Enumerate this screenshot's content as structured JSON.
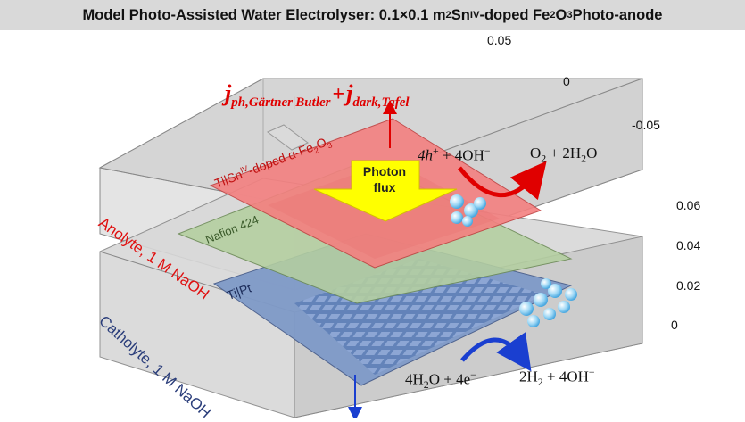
{
  "title": {
    "pre": "Model Photo-Assisted Water Electrolyser: 0.1×0.1 m",
    "exp2": "2",
    "mid": " Sn",
    "ox": "IV",
    "mid2": "-doped Fe",
    "sub2": "2",
    "o": "O",
    "sub3": "3",
    "post": " Photo-anode"
  },
  "axis_labels": {
    "y1": "0.05",
    "y2": "0",
    "y3": "-0.05",
    "z1": "0.06",
    "z2": "0.04",
    "z3": "0.02",
    "z4": "0"
  },
  "labels": {
    "photoanode": "Ti|Sn",
    "photoanode_sup": "IV",
    "photoanode_rest": "-doped α-Fe",
    "photoanode_sub": "2",
    "photoanode_o": "O",
    "photoanode_sub3": "3",
    "membrane": "Nafion 424",
    "cathode": "Ti|Pt",
    "anolyte": "Anolyte, 1 M NaOH",
    "catholyte": "Catholyte, 1 M NaOH",
    "photon_line1": "Photon",
    "photon_line2": "flux"
  },
  "current": {
    "j1": "j",
    "sub1": "ph,Gärtner|Butler",
    "plus": "+",
    "j2": "j",
    "sub2": "dark,Tafel"
  },
  "equations": {
    "anode_left": "4h",
    "anode_left_sup": "+",
    "anode_left_rest": " + 4OH",
    "anode_left_sup2": "−",
    "anode_right_a": "O",
    "anode_right_sub": "2",
    "anode_right_b": " + 2H",
    "anode_right_sub2": "2",
    "anode_right_c": "O",
    "cathode_left_a": "4H",
    "cathode_left_sub": "2",
    "cathode_left_b": "O + 4e",
    "cathode_left_sup": "−",
    "cathode_right_a": "2H",
    "cathode_right_sub": "2",
    "cathode_right_b": " + 4OH",
    "cathode_right_sup": "−"
  },
  "colors": {
    "photoanode": "#f48080",
    "membrane": "#b4cfa0",
    "cathode": "#7f9ac8",
    "anolyte_text": "#e01010",
    "catholyte_text": "#2a3d7a",
    "photon_arrow": "#ffff00",
    "current_red": "#e00000",
    "cathode_arrow": "#1a3fd0"
  }
}
